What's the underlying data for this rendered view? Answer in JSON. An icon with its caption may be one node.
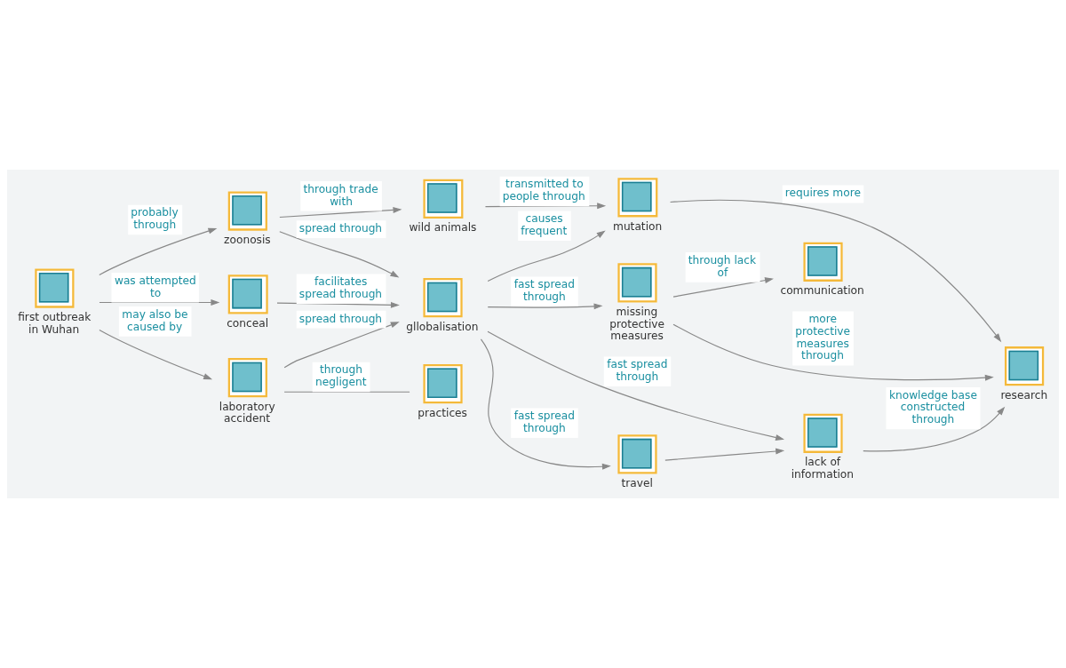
{
  "diagram": {
    "nodes": [
      {
        "text": [
          "wild animals"
        ]
      },
      {
        "text": [
          "mutation"
        ]
      },
      {
        "text": [
          "zoonosis"
        ]
      },
      {
        "text": [
          "communication"
        ]
      },
      {
        "text": [
          "first outbreak in Wuhan"
        ]
      },
      {
        "text": [
          "conceal"
        ]
      },
      {
        "text": [
          "gllobalisation"
        ]
      },
      {
        "text": [
          "missing protective measures"
        ]
      },
      {
        "text": [
          "research"
        ]
      },
      {
        "text": [
          "laboratory accident"
        ]
      },
      {
        "text": [
          "lack of information"
        ]
      },
      {
        "text": [
          "practices"
        ]
      },
      {
        "text": [
          "travel"
        ]
      }
    ],
    "edges": [
      {
        "from": 4,
        "to": 2,
        "arrow": "to",
        "label": "probably through"
      },
      {
        "from": 2,
        "to": 0,
        "arrow": "to",
        "label": "through trade with"
      },
      {
        "from": 0,
        "to": 1,
        "arrow": "to",
        "label": "transmitted to people through"
      },
      {
        "from": 2,
        "to": 6,
        "arrow": "to",
        "label": "spread through"
      },
      {
        "from": 4,
        "to": 5,
        "arrow": "to",
        "label": "was attempted to"
      },
      {
        "from": 5,
        "to": 6,
        "arrow": "to",
        "label": "facilitates spread through"
      },
      {
        "from": 4,
        "to": 9,
        "arrow": "to",
        "label": "may also be caused by"
      },
      {
        "from": 9,
        "to": 11,
        "arrow": "none",
        "label": "through negligent"
      },
      {
        "from": 9,
        "to": 6,
        "arrow": "to",
        "label": "spread through"
      },
      {
        "from": 6,
        "to": 1,
        "arrow": "to",
        "label": "causes frequent"
      },
      {
        "from": 6,
        "to": 12,
        "arrow": "to",
        "label": "fast spread through"
      },
      {
        "from": 6,
        "to": 7,
        "arrow": "to",
        "label": "fast spread through"
      },
      {
        "from": 6,
        "to": 10,
        "arrow": "to",
        "label": "fast spread through"
      },
      {
        "from": 12,
        "to": 10,
        "arrow": "to"
      },
      {
        "from": 10,
        "to": 8,
        "arrow": "to",
        "label": "knowledge base constructed through"
      },
      {
        "from": 1,
        "to": 8,
        "arrow": "to",
        "label": "requires more"
      },
      {
        "from": 7,
        "to": 3,
        "arrow": "to",
        "label": "through lack of"
      },
      {
        "from": 7,
        "to": 8,
        "arrow": "to",
        "label": "more protective measures through"
      }
    ]
  }
}
